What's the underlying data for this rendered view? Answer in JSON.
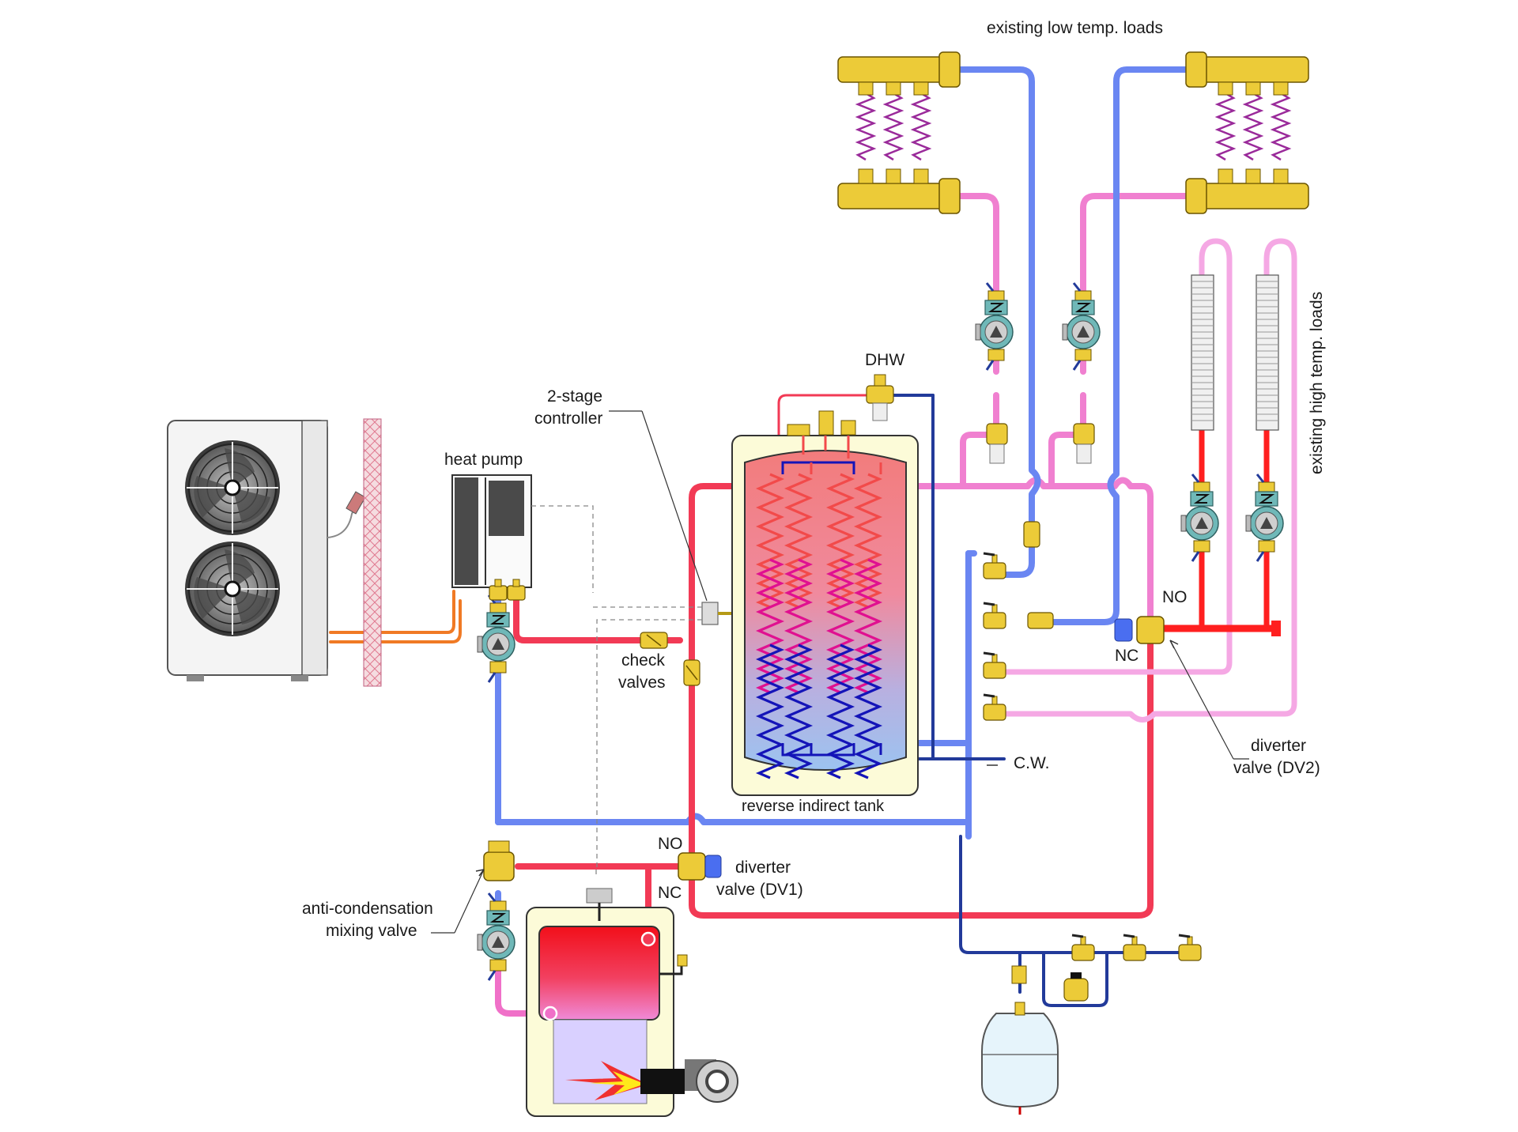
{
  "labels": {
    "low_temp_loads": "existing low temp. loads",
    "high_temp_loads": "existing high temp. loads",
    "dhw": "DHW",
    "controller_line1": "2-stage",
    "controller_line2": "controller",
    "heat_pump": "heat pump",
    "check_line1": "check",
    "check_line2": "valves",
    "tank": "reverse indirect tank",
    "cw": "C.W.",
    "no_dv2": "NO",
    "nc_dv2": "NC",
    "dv2_line1": "diverter",
    "dv2_line2": "valve (DV2)",
    "no_dv1": "NO",
    "nc_dv1": "NC",
    "dv1_line1": "diverter",
    "dv1_line2": "valve (DV1)",
    "mix_line1": "anti-condensation",
    "mix_line2": "mixing valve"
  },
  "colors": {
    "hot": "#f23a55",
    "warm": "#f08ad0",
    "cool": "#6a86f2",
    "orange": "#f07a25",
    "brass": "#eccb38",
    "pump": "#6fb8b8",
    "tank_top": "#f27c7c",
    "tank_bottom": "#9cc3f0",
    "boiler_shell": "#fcfbd8"
  },
  "icons": {
    "fan": "fan-icon",
    "pump": "circulator-icon",
    "valve": "ball-valve-icon",
    "manifold": "manifold-icon",
    "radiator": "baseboard-icon",
    "expansion": "expansion-tank-icon",
    "burner": "burner-flame-icon"
  }
}
